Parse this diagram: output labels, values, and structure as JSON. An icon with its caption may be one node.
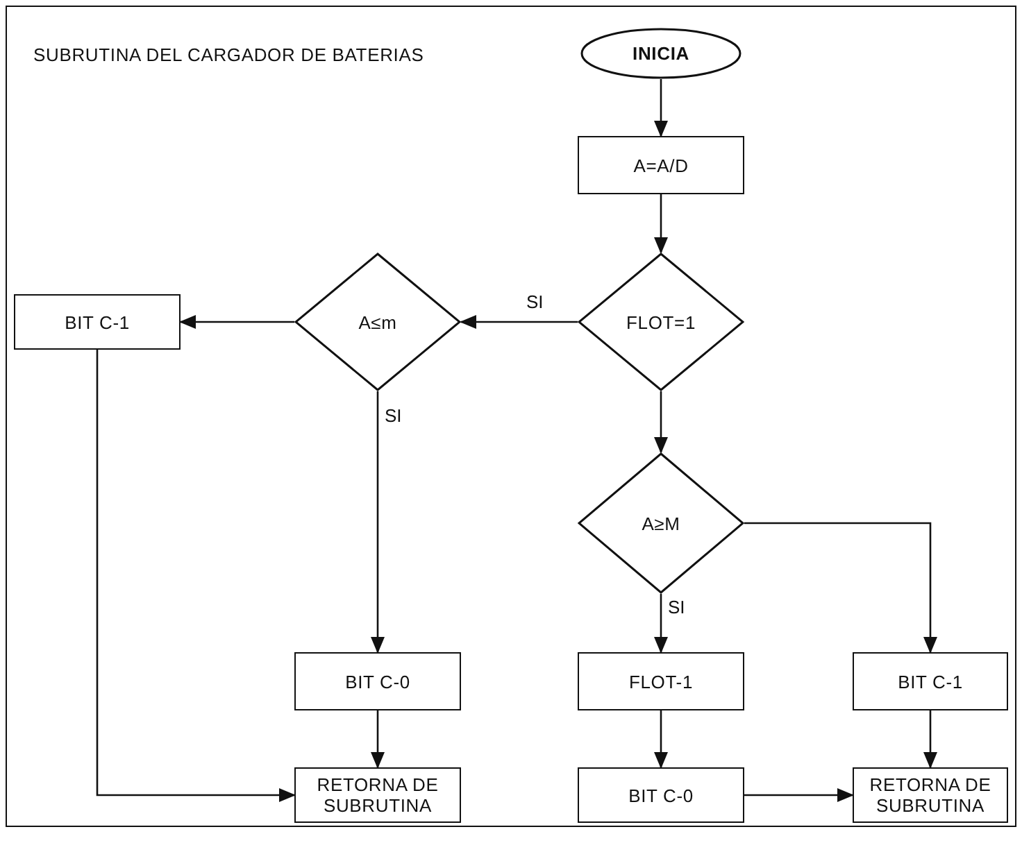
{
  "diagram": {
    "title": "SUBRUTINA DEL CARGADOR DE BATERIAS",
    "nodes": [
      {
        "text": [
          "INICIA"
        ]
      },
      {
        "text": [
          "A=A/D"
        ]
      },
      {
        "text": [
          "FLOT=1"
        ]
      },
      {
        "text": [
          "A≤m"
        ]
      },
      {
        "text": [
          "BIT C-1"
        ]
      },
      {
        "text": [
          "A≥M"
        ]
      },
      {
        "text": [
          "BIT C-0"
        ]
      },
      {
        "text": [
          "RETORNA DE SUBRUTINA"
        ]
      },
      {
        "text": [
          "FLOT-1"
        ]
      },
      {
        "text": [
          "BIT C-1"
        ]
      },
      {
        "text": [
          "BIT C-0"
        ]
      },
      {
        "text": [
          "RETORNA DE SUBRUTINA"
        ]
      }
    ],
    "edges": [
      {
        "from": 0,
        "to": 1,
        "arrow": "to"
      },
      {
        "from": 1,
        "to": 2,
        "arrow": "to"
      },
      {
        "from": 2,
        "to": 3,
        "arrow": "to",
        "label": "SI"
      },
      {
        "from": 3,
        "to": 4,
        "arrow": "to"
      },
      {
        "from": 3,
        "to": 6,
        "arrow": "to",
        "label": "SI"
      },
      {
        "from": 2,
        "to": 5,
        "arrow": "to"
      },
      {
        "from": 5,
        "to": 8,
        "arrow": "to",
        "label": "SI"
      },
      {
        "from": 5,
        "to": 9,
        "arrow": "to"
      },
      {
        "from": 4,
        "to": 7,
        "arrow": "to"
      },
      {
        "from": 6,
        "to": 7,
        "arrow": "to"
      },
      {
        "from": 8,
        "to": 10,
        "arrow": "to"
      },
      {
        "from": 9,
        "to": 11,
        "arrow": "to"
      },
      {
        "from": 10,
        "to": 11,
        "arrow": "to"
      }
    ]
  }
}
